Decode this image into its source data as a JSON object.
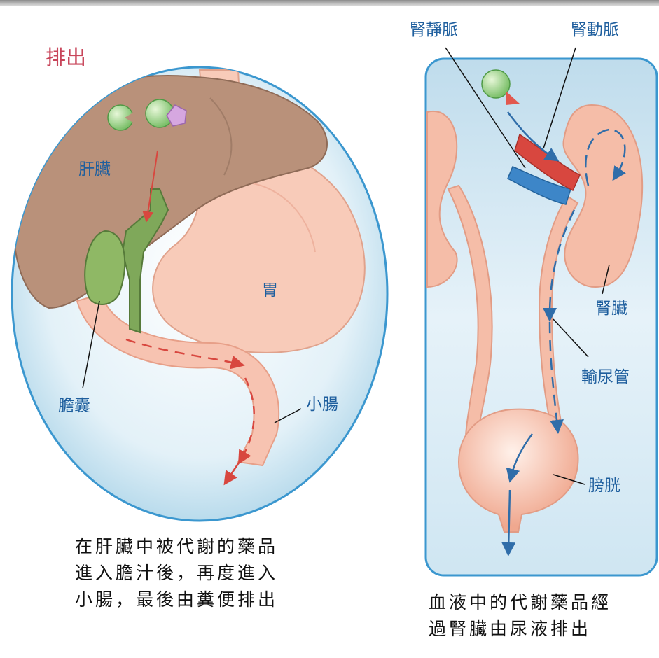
{
  "left_panel": {
    "title": "排出",
    "labels": {
      "liver": "肝臟",
      "stomach": "胃",
      "gallbladder": "膽囊",
      "small_intestine": "小腸"
    },
    "caption": [
      "在肝臟中被代謝的藥品",
      "進入膽汁後，再度進入",
      "小腸，最後由糞便排出"
    ]
  },
  "right_panel": {
    "labels": {
      "renal_vein": "腎靜脈",
      "renal_artery": "腎動脈",
      "kidney": "腎臟",
      "ureter": "輸尿管",
      "bladder": "膀胱"
    },
    "caption": [
      "血液中的代謝藥品經",
      "過腎臟由尿液排出"
    ]
  },
  "colors": {
    "label_blue": "#1f5f9e",
    "title_pink": "#c8455a",
    "liver_brown": "#b9917a",
    "gallbladder_green": "#7fa85a",
    "organ_pink": "#f3b9a5",
    "panel_blue": "#cfe6f2",
    "vein_blue": "#3d86c8",
    "artery_red": "#d8473f"
  }
}
